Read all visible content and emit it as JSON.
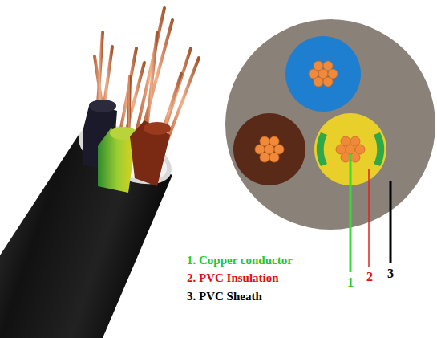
{
  "diagram": {
    "labels": [
      "1. Copper conductor",
      "2. PVC Insulation",
      "3. PVC Sheath",
      "1",
      "2",
      "3"
    ]
  }
}
